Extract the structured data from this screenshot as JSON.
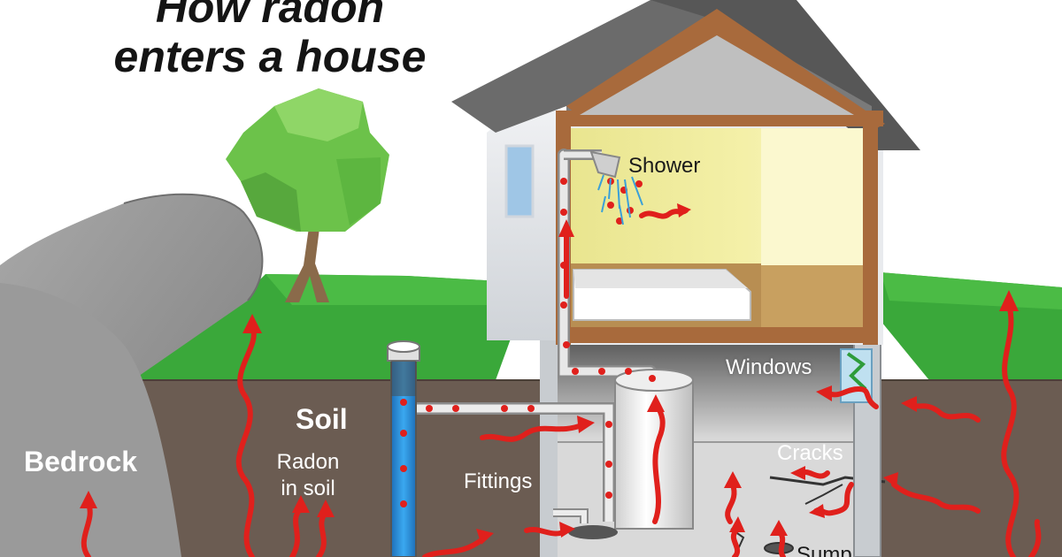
{
  "title": {
    "line1": "How radon",
    "line2": "enters a house"
  },
  "labels": {
    "bedrock": "Bedrock",
    "soil": "Soil",
    "radon_in_soil_line1": "Radon",
    "radon_in_soil_line2": "in soil",
    "fittings": "Fittings",
    "shower": "Shower",
    "windows": "Windows",
    "cracks": "Cracks",
    "sump": "Sump"
  },
  "colors": {
    "radon_arrow": "#e0201c",
    "grass": "#3aa83a",
    "soil": "#6b5c52",
    "bedrock": "#8f8f8f",
    "wall": "#e4e7ea",
    "roof": "#6b6b6b",
    "trim": "#a86a3c",
    "room": "#f3ef9a",
    "well_water": "#2a8fd8"
  }
}
